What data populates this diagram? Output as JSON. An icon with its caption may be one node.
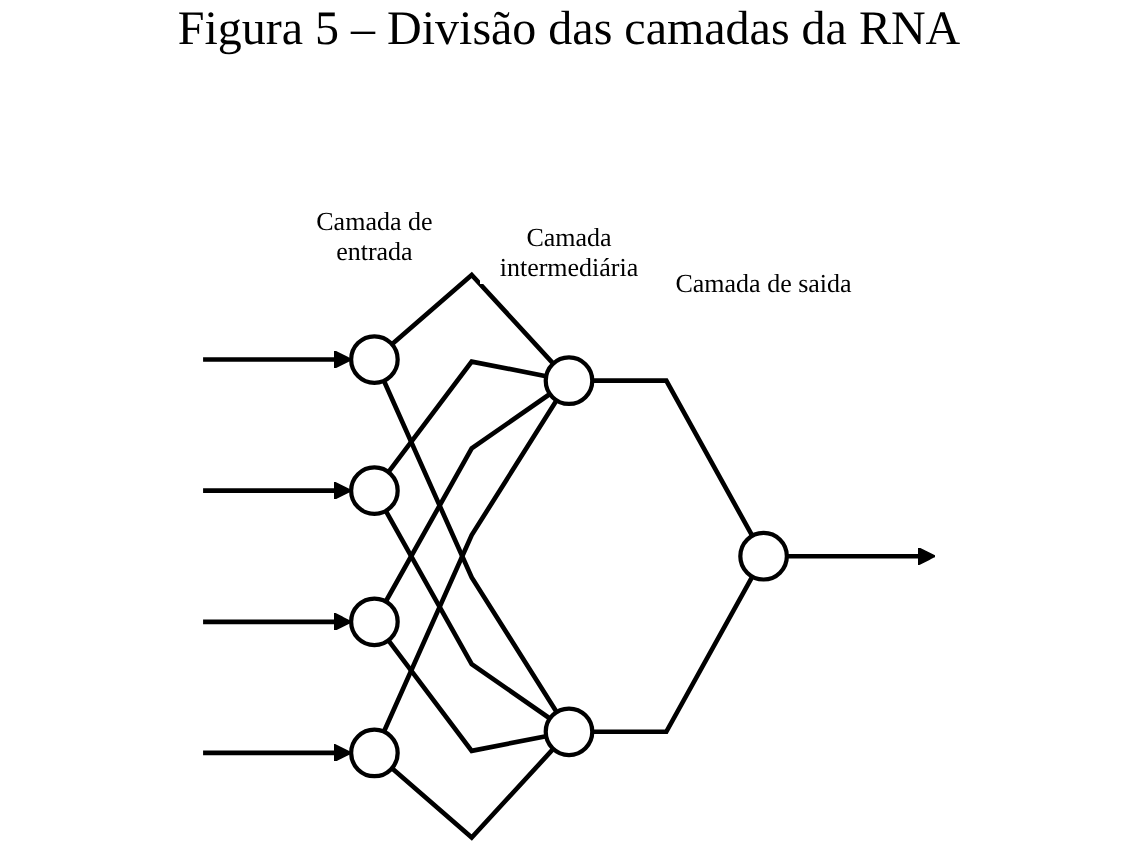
{
  "diagram": {
    "title": "Figura 5 – Divisão das camadas da RNA",
    "nodes": [
      {
        "text": [],
        "shape": "circle"
      },
      {
        "text": [],
        "shape": "circle"
      },
      {
        "text": [],
        "shape": "circle"
      },
      {
        "text": [],
        "shape": "circle"
      },
      {
        "text": [],
        "shape": "circle"
      },
      {
        "text": [],
        "shape": "circle"
      },
      {
        "text": [],
        "shape": "circle"
      }
    ],
    "edges": [
      {
        "from": null,
        "to": 0,
        "arrow": "to"
      },
      {
        "from": null,
        "to": 1,
        "arrow": "to"
      },
      {
        "from": null,
        "to": 2,
        "arrow": "to"
      },
      {
        "from": null,
        "to": 3,
        "arrow": "to"
      },
      {
        "from": 0,
        "to": 4,
        "arrow": "none"
      },
      {
        "from": 0,
        "to": 5,
        "arrow": "none"
      },
      {
        "from": 1,
        "to": 4,
        "arrow": "none"
      },
      {
        "from": 1,
        "to": 5,
        "arrow": "none"
      },
      {
        "from": 2,
        "to": 4,
        "arrow": "none"
      },
      {
        "from": 2,
        "to": 5,
        "arrow": "none"
      },
      {
        "from": 3,
        "to": 4,
        "arrow": "none"
      },
      {
        "from": 3,
        "to": 5,
        "arrow": "none"
      },
      {
        "from": 4,
        "to": 6,
        "arrow": "none"
      },
      {
        "from": 5,
        "to": 6,
        "arrow": "none"
      },
      {
        "from": 6,
        "to": null,
        "arrow": "to"
      }
    ],
    "labels": [
      "Camada de entrada",
      "Camada intermediária",
      "Camada de saida"
    ]
  }
}
